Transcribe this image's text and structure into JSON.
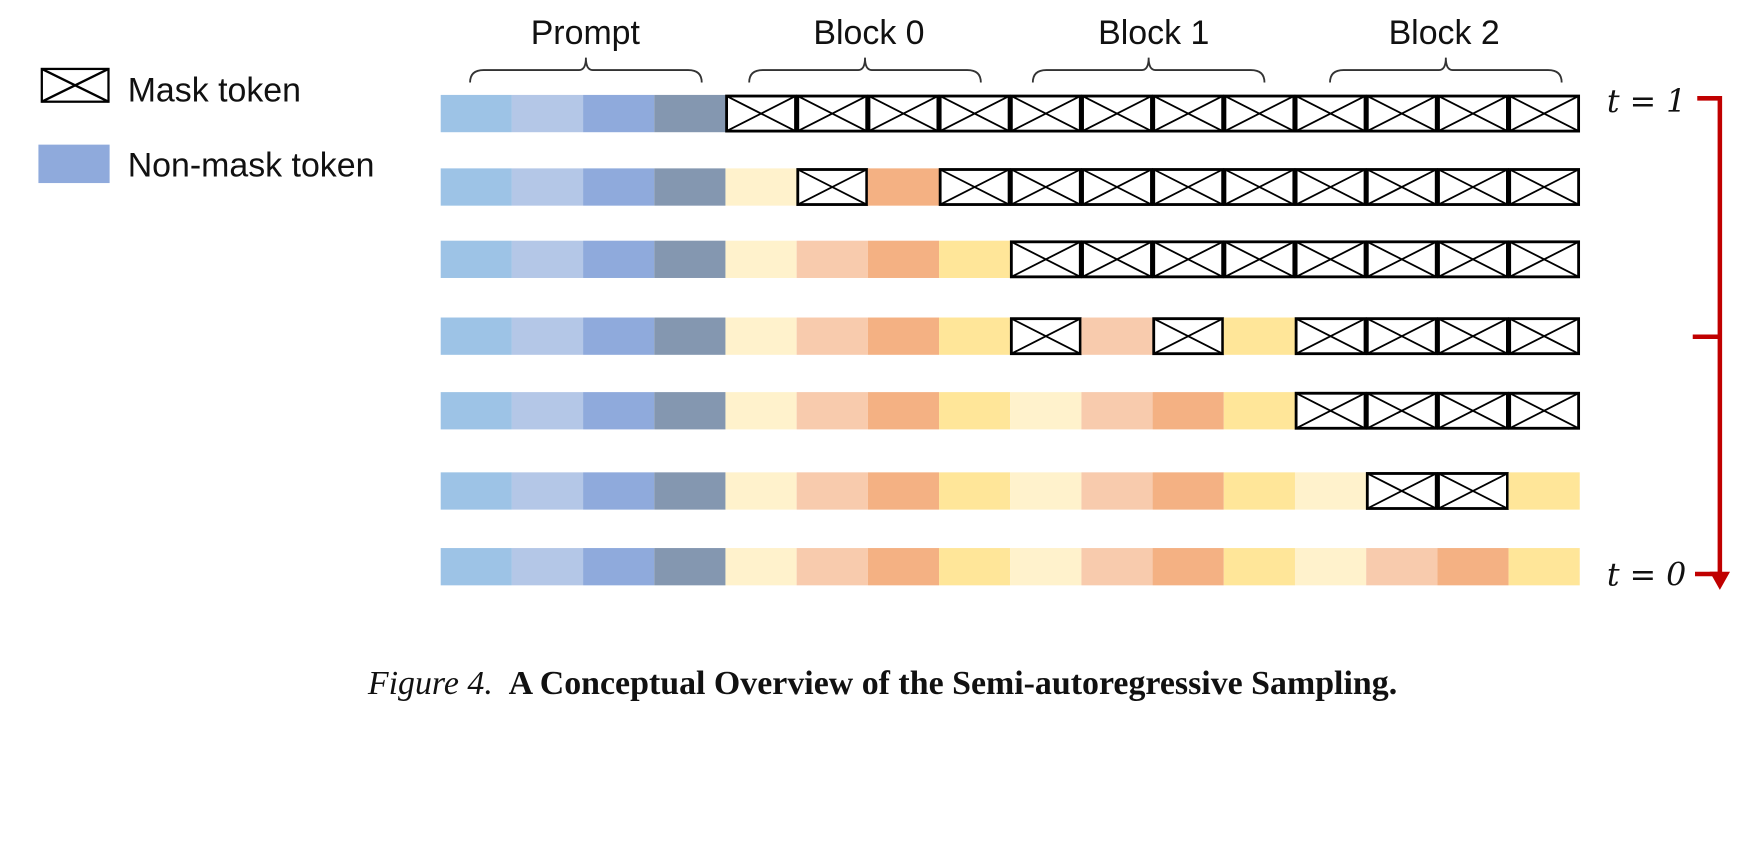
{
  "legend": {
    "mask_label": "Mask token",
    "nonmask_label": "Non-mask token"
  },
  "blocks": {
    "prompt": "Prompt",
    "block0": "Block 0",
    "block1": "Block 1",
    "block2": "Block 2"
  },
  "time": {
    "start": "t = 1",
    "end": "t = 0"
  },
  "caption": {
    "figure": "Figure 4.",
    "title": "A Conceptual Overview of the Semi-autoregressive Sampling."
  },
  "colors": {
    "prompt": [
      "#9dc3e6",
      "#b4c7e7",
      "#8faadc",
      "#8497b0"
    ],
    "response": [
      "#fff2cc",
      "#f8cbad",
      "#f4b183",
      "#ffe699"
    ],
    "arrow": "#c00000",
    "mask_outline": "#000000",
    "legend_nonmask": "#8faadc"
  },
  "rows": [
    [
      0,
      1,
      2,
      3,
      "M",
      "M",
      "M",
      "M",
      "M",
      "M",
      "M",
      "M",
      "M",
      "M",
      "M",
      "M"
    ],
    [
      0,
      1,
      2,
      3,
      "a",
      "M",
      "c",
      "M",
      "M",
      "M",
      "M",
      "M",
      "M",
      "M",
      "M",
      "M"
    ],
    [
      0,
      1,
      2,
      3,
      "a",
      "b",
      "c",
      "d",
      "M",
      "M",
      "M",
      "M",
      "M",
      "M",
      "M",
      "M"
    ],
    [
      0,
      1,
      2,
      3,
      "a",
      "b",
      "c",
      "d",
      "M",
      "b",
      "M",
      "d",
      "M",
      "M",
      "M",
      "M"
    ],
    [
      0,
      1,
      2,
      3,
      "a",
      "b",
      "c",
      "d",
      "a",
      "b",
      "c",
      "d",
      "M",
      "M",
      "M",
      "M"
    ],
    [
      0,
      1,
      2,
      3,
      "a",
      "b",
      "c",
      "d",
      "a",
      "b",
      "c",
      "d",
      "a",
      "M",
      "M",
      "d"
    ],
    [
      0,
      1,
      2,
      3,
      "a",
      "b",
      "c",
      "d",
      "a",
      "b",
      "c",
      "d",
      "a",
      "b",
      "c",
      "d"
    ]
  ]
}
